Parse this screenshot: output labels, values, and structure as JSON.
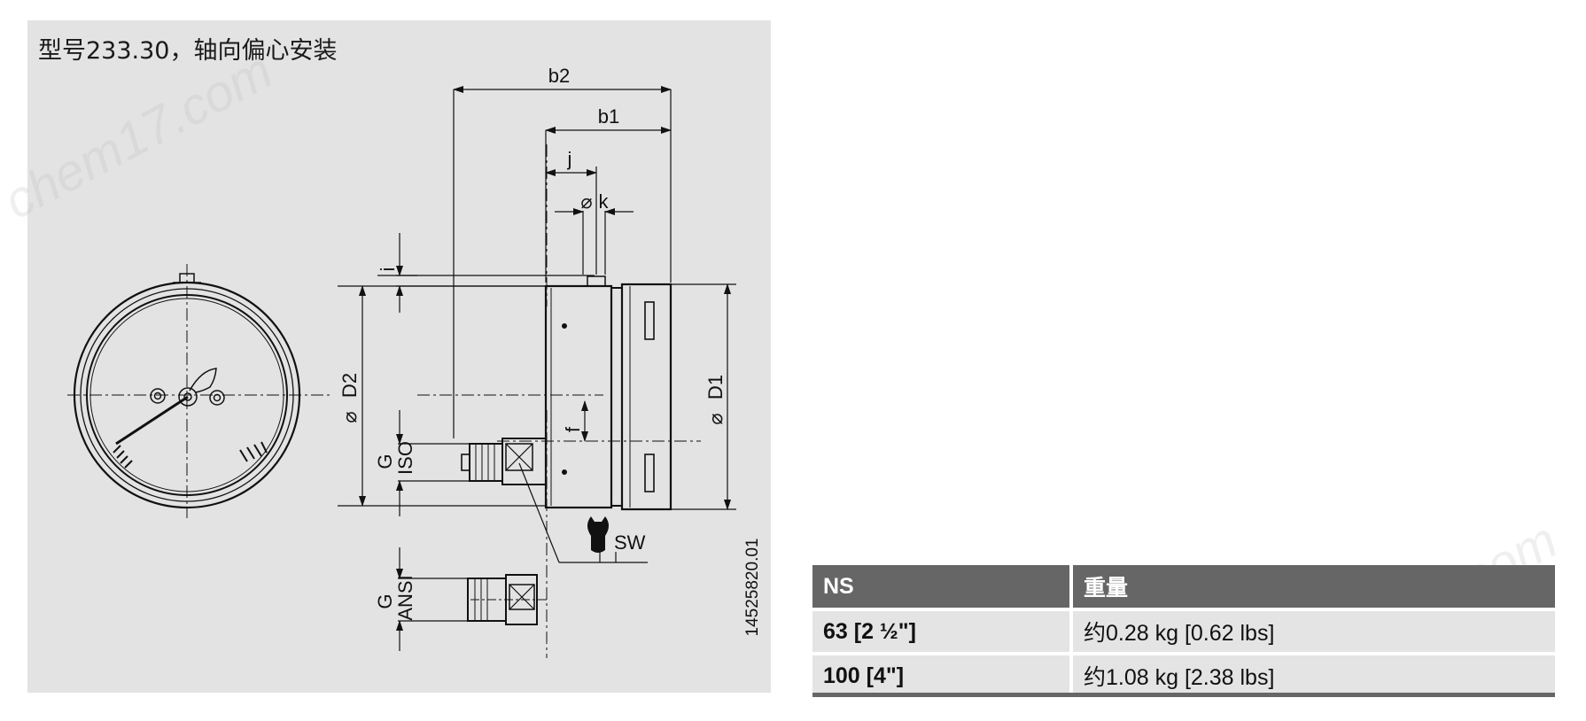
{
  "drawing": {
    "title": "型号233.30，轴向偏心安装",
    "labels": {
      "b2": "b2",
      "b1": "b1",
      "j": "j",
      "k": "k",
      "i": "i",
      "d2": "D2",
      "d1": "D1",
      "f": "f",
      "g_iso": "G",
      "iso": "ISO",
      "g_ansi": "G",
      "ansi": "ANSI",
      "sw": "SW",
      "diameter_symbol": "⌀",
      "drawing_number": "14525820.01"
    }
  },
  "table": {
    "headers": [
      "NS",
      "重量"
    ],
    "rows": [
      [
        "63 [2 ½\"]",
        "约0.28 kg [0.62 lbs]"
      ],
      [
        "100 [4\"]",
        "约1.08 kg [2.38 lbs]"
      ]
    ]
  },
  "watermark": "chem17.com",
  "colors": {
    "table_header": "#666666",
    "table_row": "#e4e4e4",
    "panel": "#e3e3e4"
  }
}
